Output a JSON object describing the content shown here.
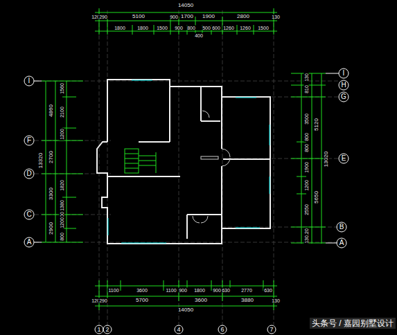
{
  "diagram": {
    "labels": [
      "14050",
      "120",
      "290",
      "5100",
      "900",
      "1700",
      "1900",
      "2800",
      "130",
      "1800",
      "1800",
      "1500",
      "900",
      "800",
      "400",
      "500",
      "600",
      "1260",
      "1260",
      "1500",
      "1100",
      "3600",
      "1100",
      "900",
      "1800",
      "900",
      "630",
      "2770",
      "630",
      "120",
      "290",
      "5700",
      "3600",
      "3880",
      "130",
      "14050",
      "1",
      "2",
      "4",
      "6",
      "7",
      "I",
      "F",
      "D",
      "C",
      "A",
      "13320",
      "4860",
      "2700",
      "3300",
      "2900",
      "1560",
      "2100",
      "1200",
      "1820",
      "1380",
      "400",
      "1200",
      "800",
      "I",
      "H",
      "G",
      "E",
      "B",
      "A",
      "130",
      "810",
      "3500",
      "800",
      "800",
      "1900",
      "1200",
      "2550",
      "120",
      "130",
      "5120",
      "5650",
      "13020",
      "头条号 / 嘉园别墅设计"
    ]
  }
}
